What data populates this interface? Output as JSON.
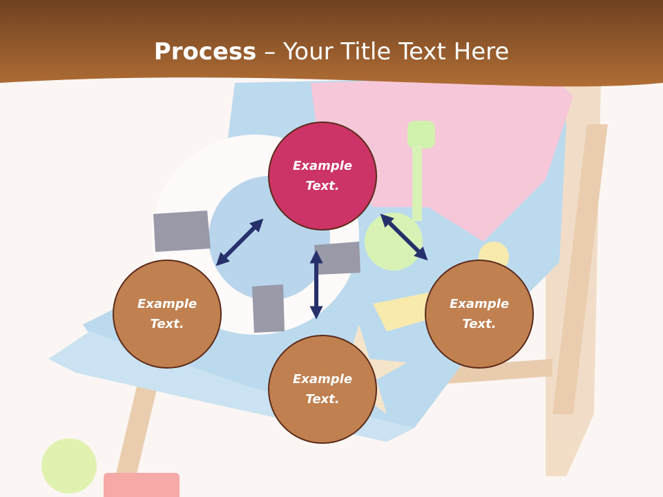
{
  "header": {
    "title_bold": "Process",
    "title_rest": " – Your Title Text Here"
  },
  "colors": {
    "header_brown": "#9c5f2e",
    "accent_circle": "#cc3366",
    "brown_circle": "#c08050",
    "circle_border": "#5a2a1a",
    "arrow": "#26306a"
  },
  "circles": {
    "top": {
      "label": "Example Text."
    },
    "left": {
      "label": "Example Text."
    },
    "right": {
      "label": "Example Text."
    },
    "bottom": {
      "label": "Example Text."
    }
  },
  "background": {
    "image": "beach deck chair with towels, life ring and toys"
  }
}
